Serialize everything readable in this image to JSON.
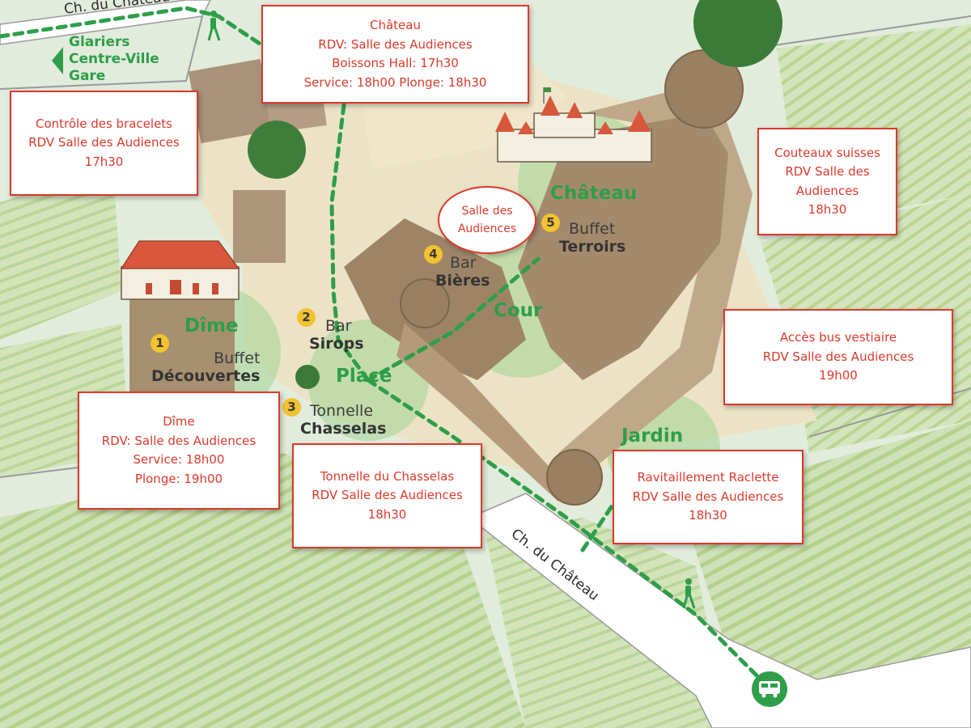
{
  "map": {
    "roads": {
      "top": "Ch. du Château",
      "bottom": "Ch. du Château"
    },
    "directions": [
      "Glariers",
      "Centre-Ville",
      "Gare"
    ],
    "zones": [
      "Dîme",
      "Place",
      "Cour",
      "Château",
      "Jardin"
    ],
    "points": [
      {
        "number": "1",
        "line1": "Buffet",
        "line2": "Découvertes"
      },
      {
        "number": "2",
        "line1": "Bar",
        "line2": "Sirops"
      },
      {
        "number": "3",
        "line1": "Tonnelle",
        "line2": "Chasselas"
      },
      {
        "number": "4",
        "line1": "Bar",
        "line2": "Bières"
      },
      {
        "number": "5",
        "line1": "Buffet",
        "line2": "Terroirs"
      }
    ],
    "meeting_room": [
      "Salle des",
      "Audiences"
    ],
    "icons": {
      "walk_top": "pedestrian-icon",
      "walk_bottom": "pedestrian-icon",
      "bus": "bus-icon",
      "arrow": "arrow-left-icon"
    },
    "colors": {
      "route": "#2e9e49",
      "label_red": "#d93a2b",
      "zone_green": "#2e9e49",
      "marker_yellow": "#f2c230"
    }
  },
  "callouts": {
    "chateau": [
      "Château",
      "RDV: Salle des Audiences",
      "Boissons Hall: 17h30",
      "Service: 18h00 Plonge: 18h30"
    ],
    "bracelets": [
      "Contrôle des bracelets",
      "RDV Salle des Audiences",
      "17h30"
    ],
    "couteaux": [
      "Couteaux suisses",
      "RDV Salle des",
      "Audiences",
      "18h30"
    ],
    "bus": [
      "Accès bus vestiaire",
      "RDV Salle des Audiences",
      "19h00"
    ],
    "dime": [
      "Dîme",
      "RDV: Salle des Audiences",
      "Service: 18h00",
      "Plonge: 19h00"
    ],
    "tonnelle": [
      "Tonnelle du Chasselas",
      "RDV Salle des Audiences",
      "18h30"
    ],
    "raclette": [
      "Ravitaillement Raclette",
      "RDV Salle des Audiences",
      "18h30"
    ]
  }
}
